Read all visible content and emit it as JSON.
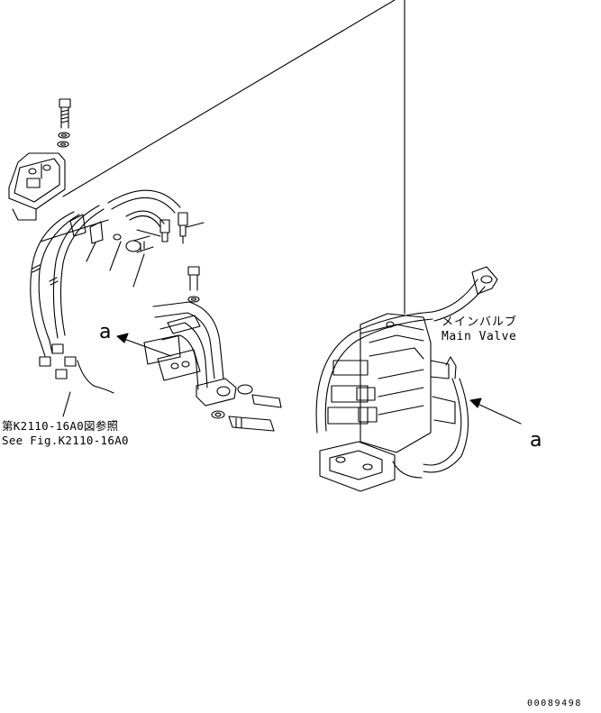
{
  "labels": {
    "main_valve_jp": "メインバルブ",
    "main_valve_en": "Main Valve",
    "see_fig_jp": "第K2110-16A0図参照",
    "see_fig_en": "See Fig.K2110-16A0",
    "view_a_left": "a",
    "view_a_right": "a",
    "drawing_number": "00089498"
  },
  "colors": {
    "line": "#000000",
    "background": "#ffffff"
  }
}
